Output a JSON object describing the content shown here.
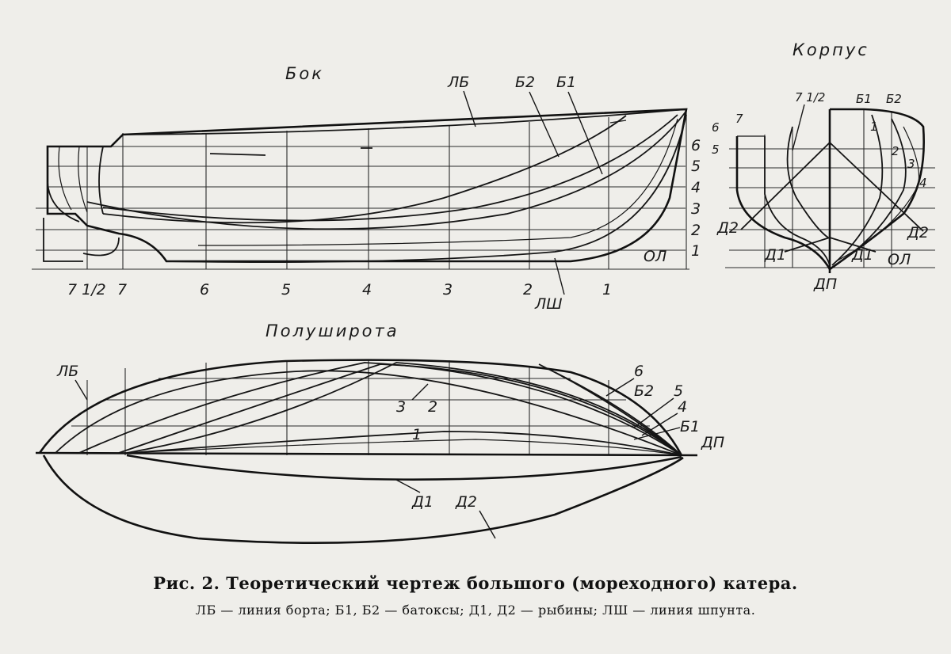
{
  "views": {
    "side": {
      "title": "Бок",
      "stations": [
        "7 1/2",
        "7",
        "6",
        "5",
        "4",
        "3",
        "2",
        "1"
      ],
      "waterlines": [
        "6",
        "5",
        "4",
        "3",
        "2",
        "1"
      ],
      "base_label": "ОЛ",
      "line_labels": {
        "sheer": "ЛБ",
        "buttock1": "Б1",
        "buttock2": "Б2",
        "rabbet": "ЛШ"
      }
    },
    "body": {
      "title": "Корпус",
      "frames_aft": [
        "7 1/2",
        "7",
        "6",
        "5"
      ],
      "buttocks": [
        "Б1",
        "Б2"
      ],
      "frames_fwd": [
        "1",
        "2",
        "3",
        "4"
      ],
      "diagonals": [
        "Д2",
        "Д1",
        "Д1",
        "Д2"
      ],
      "base_label": "ОЛ",
      "centerline_label": "ДП"
    },
    "plan": {
      "title": "Полуширота",
      "sheer_label": "ЛБ",
      "waterline_labels": [
        "6",
        "5",
        "4",
        "3",
        "2",
        "1"
      ],
      "buttock_labels": [
        "Б2",
        "Б1"
      ],
      "diagonal_labels": [
        "Д1",
        "Д2"
      ],
      "centerline_label": "ДП"
    }
  },
  "caption": {
    "main": "Рис.   2.  Теоретический  чертеж  большого  (мореходного)  катера.",
    "legend": "ЛБ — линия борта;  Б1,  Б2 — батоксы;  Д1,  Д2 — рыбины;  ЛШ — линия шпунта."
  }
}
